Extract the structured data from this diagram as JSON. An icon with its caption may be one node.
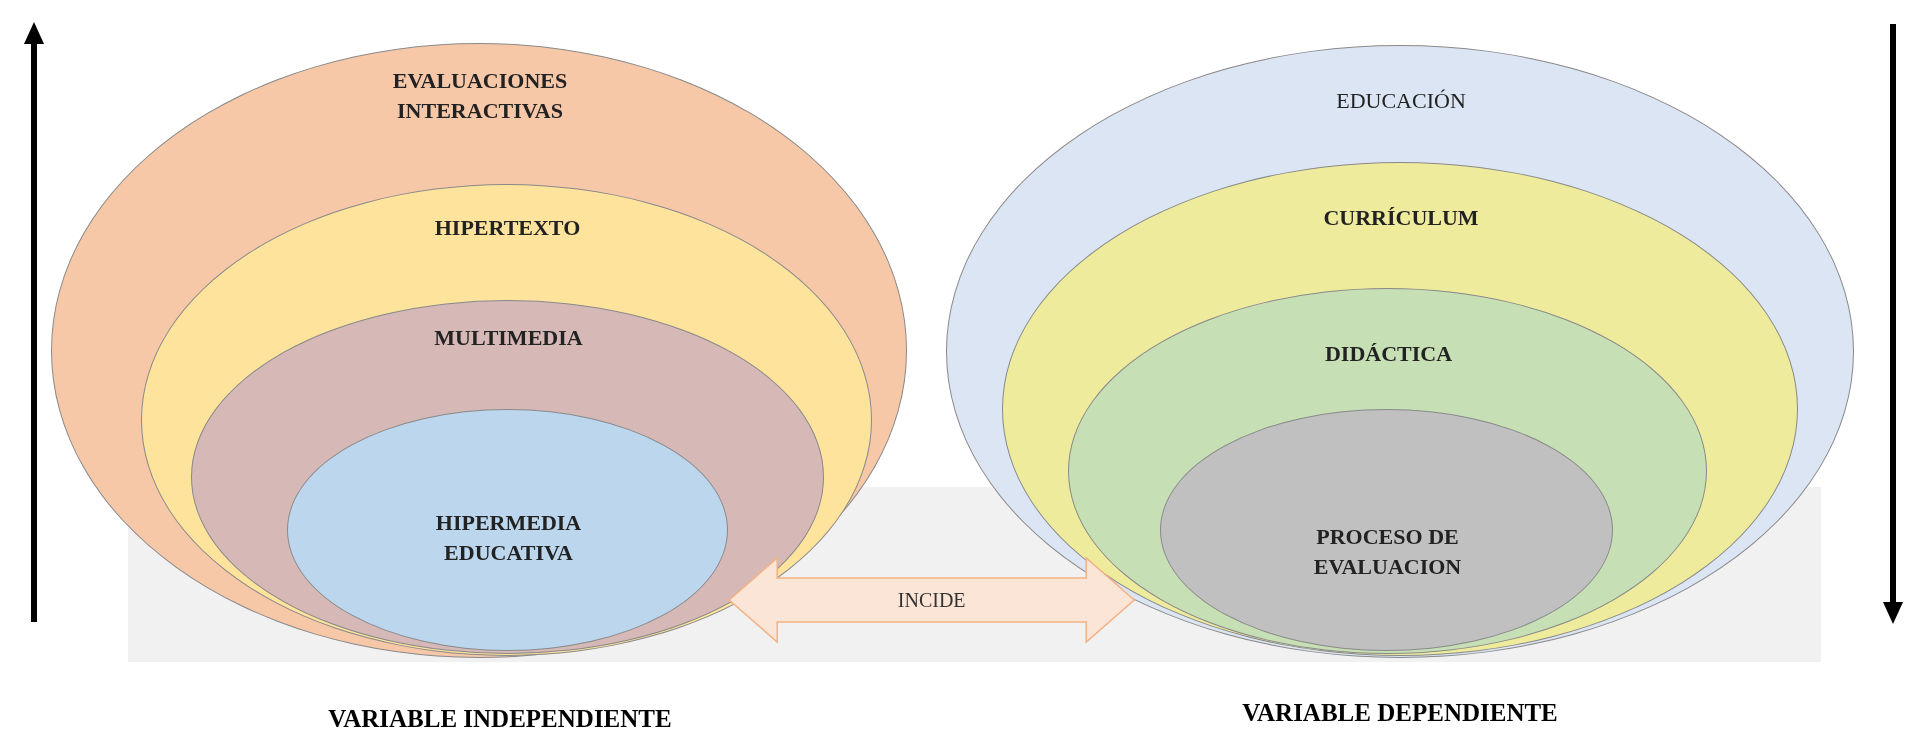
{
  "diagram": {
    "nodes": [
      {
        "text": [
          "EVALUACIONES INTERACTIVAS"
        ]
      },
      {
        "text": [
          "HIPERTEXTO"
        ],
        "in": 0
      },
      {
        "text": [
          "MULTIMEDIA"
        ],
        "in": 1
      },
      {
        "text": [
          "HIPERMEDIA EDUCATIVA"
        ],
        "in": 2
      },
      {
        "text": [
          "EDUCACIÓN"
        ]
      },
      {
        "text": [
          "CURRÍCULUM"
        ],
        "in": 4
      },
      {
        "text": [
          "DIDÁCTICA"
        ],
        "in": 5
      },
      {
        "text": [
          "PROCESO DE EVALUACION"
        ],
        "in": 6
      }
    ],
    "edges": [
      {
        "from": 0,
        "to": 4,
        "arrow": "both",
        "label": "INCIDE"
      }
    ],
    "labels": [
      "VARIABLE INDEPENDIENTE",
      "VARIABLE DEPENDIENTE"
    ]
  }
}
